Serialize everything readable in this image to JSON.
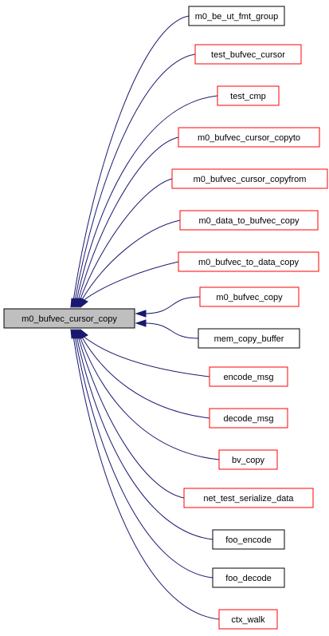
{
  "graph": {
    "center_node": {
      "label": "m0_bufvec_cursor_copy",
      "fill": "#bfbfbf",
      "border": "#000000"
    },
    "callers": [
      {
        "label": "m0_be_ut_fmt_group",
        "border": "#000000"
      },
      {
        "label": "test_bufvec_cursor",
        "border": "#ff0000"
      },
      {
        "label": "test_cmp",
        "border": "#ff0000"
      },
      {
        "label": "m0_bufvec_cursor_copyto",
        "border": "#ff0000"
      },
      {
        "label": "m0_bufvec_cursor_copyfrom",
        "border": "#ff0000"
      },
      {
        "label": "m0_data_to_bufvec_copy",
        "border": "#ff0000"
      },
      {
        "label": "m0_bufvec_to_data_copy",
        "border": "#ff0000"
      },
      {
        "label": "m0_bufvec_copy",
        "border": "#ff0000"
      },
      {
        "label": "mem_copy_buffer",
        "border": "#000000"
      },
      {
        "label": "encode_msg",
        "border": "#ff0000"
      },
      {
        "label": "decode_msg",
        "border": "#ff0000"
      },
      {
        "label": "bv_copy",
        "border": "#ff0000"
      },
      {
        "label": "net_test_serialize_data",
        "border": "#ff0000"
      },
      {
        "label": "foo_encode",
        "border": "#000000"
      },
      {
        "label": "foo_decode",
        "border": "#000000"
      },
      {
        "label": "ctx_walk",
        "border": "#ff0000"
      }
    ],
    "edge_color": "#191970"
  }
}
